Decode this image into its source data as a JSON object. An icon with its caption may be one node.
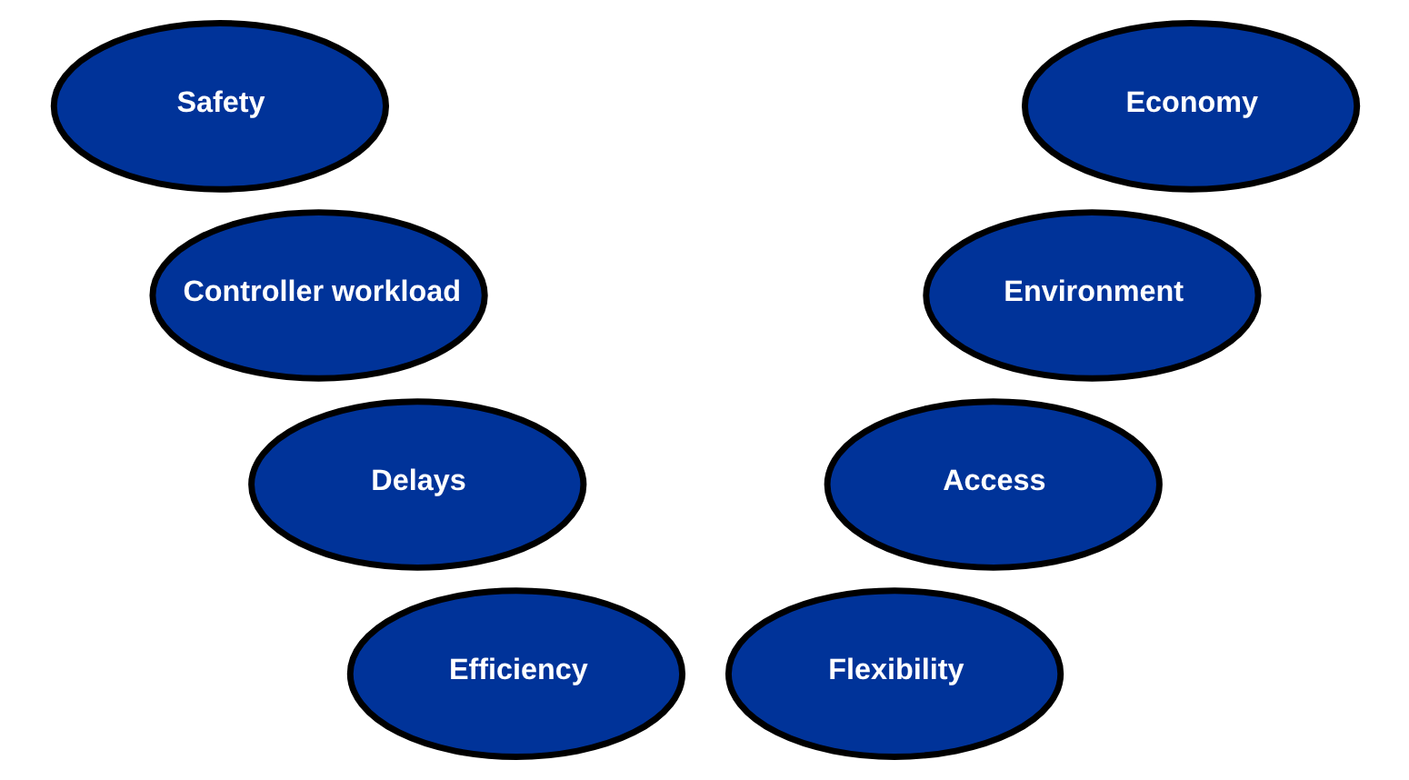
{
  "diagram": {
    "nodes": [
      {
        "text": [
          "Safety"
        ]
      },
      {
        "text": [
          "Economy"
        ]
      },
      {
        "text": [
          "Controller workload"
        ]
      },
      {
        "text": [
          "Environment"
        ]
      },
      {
        "text": [
          "Delays"
        ]
      },
      {
        "text": [
          "Access"
        ]
      },
      {
        "text": [
          "Efficiency"
        ]
      },
      {
        "text": [
          "Flexibility"
        ]
      }
    ]
  }
}
